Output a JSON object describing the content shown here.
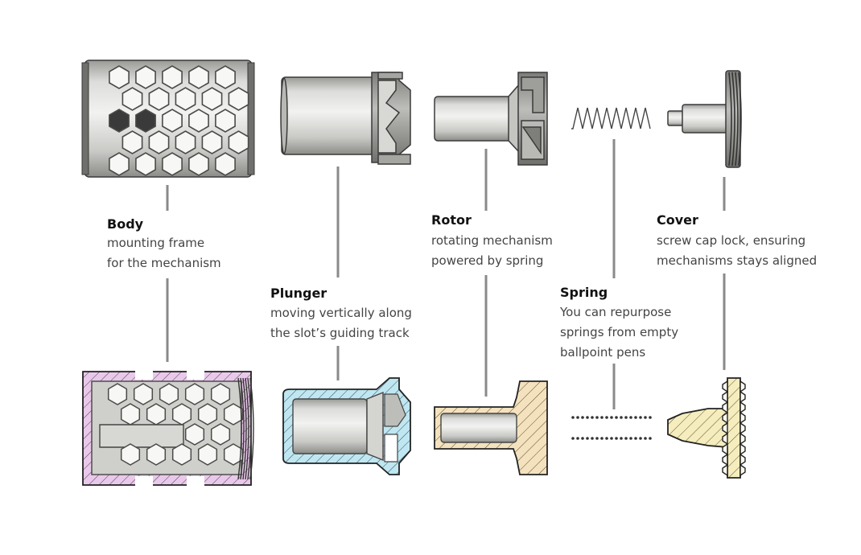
{
  "parts": [
    {
      "id": "body",
      "title": "Body",
      "lines": [
        "mounting frame",
        "for the mechanism"
      ]
    },
    {
      "id": "plunger",
      "title": "Plunger",
      "lines": [
        "moving vertically along",
        "the slot’s guiding track"
      ]
    },
    {
      "id": "rotor",
      "title": "Rotor",
      "lines": [
        "rotating mechanism",
        "powered by spring"
      ]
    },
    {
      "id": "spring",
      "title": "Spring",
      "lines": [
        "You can repurpose",
        "springs from empty",
        "ballpoint pens"
      ]
    },
    {
      "id": "cover",
      "title": "Cover",
      "lines": [
        "screw cap lock, ensuring",
        "mechanisms stays aligned"
      ]
    }
  ],
  "colors": {
    "metal_light": "#e6e6e4",
    "metal_mid": "#c5c5c2",
    "metal_dark": "#8e8e8b",
    "outline": "#3a3a3a",
    "leader": "#8a8a8a",
    "hatch_body": "#e9c9ea",
    "hatch_plunger": "#bfe6f1",
    "hatch_rotor": "#f4e2bf",
    "hatch_cover": "#f6edbe"
  }
}
